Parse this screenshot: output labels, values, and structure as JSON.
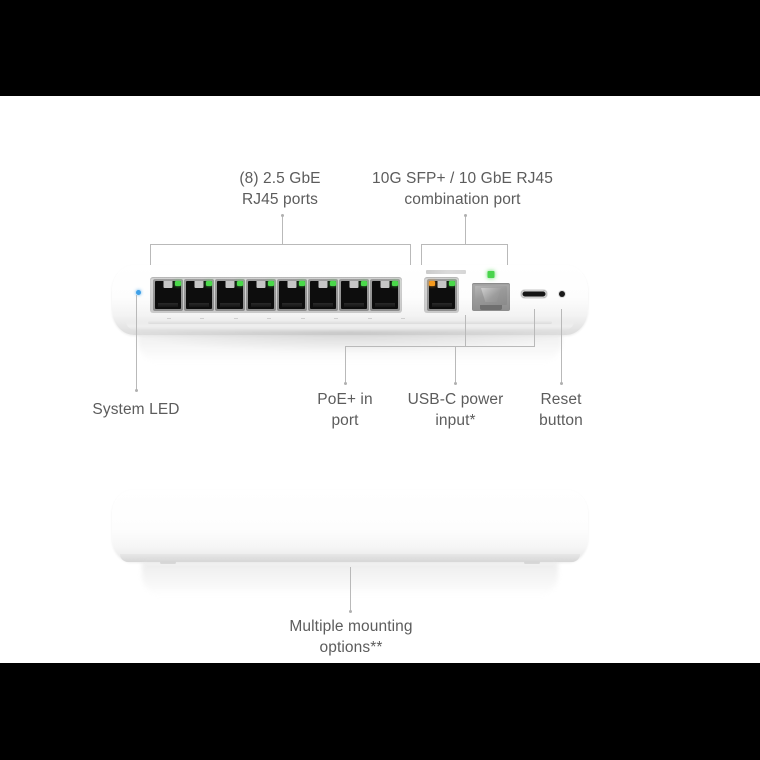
{
  "figure": {
    "title": "Network switch product callout diagram",
    "background": "#ffffff",
    "letterbox_color": "#000000",
    "text_color": "#5c5c5c",
    "leader_line_color": "#b9b9b9"
  },
  "callouts": {
    "ports_25gbe": "(8) 2.5 GbE\nRJ45 ports",
    "combo_port": "10G SFP+ / 10 GbE RJ45\ncombination port",
    "system_led": "System LED",
    "poe_in": "PoE+ in\nport",
    "usbc_power": "USB-C power\ninput*",
    "reset_button": "Reset\nbutton",
    "mounting": "Multiple mounting\noptions**"
  },
  "device_front": {
    "name": "front-panel-view",
    "led": {
      "name": "system-led",
      "color": "#3ea0e8"
    },
    "rj45_ports": [
      {
        "index": 1,
        "led_right": "#4ad94a"
      },
      {
        "index": 2,
        "led_right": "#4ad94a"
      },
      {
        "index": 3,
        "led_right": "#4ad94a"
      },
      {
        "index": 4,
        "led_right": "#4ad94a"
      },
      {
        "index": 5,
        "led_right": "#4ad94a"
      },
      {
        "index": 6,
        "led_right": "#4ad94a"
      },
      {
        "index": 7,
        "led_right": "#4ad94a"
      },
      {
        "index": 8,
        "led_right": "#4ad94a"
      }
    ],
    "poe_port": {
      "name": "poe-in-port",
      "led_left": "#f59a1e",
      "led_right": "#4ad94a"
    },
    "sfp_port": {
      "name": "sfp-plus-cage",
      "led": "#49d44c"
    },
    "usbc_port": {
      "name": "usb-c-power-port"
    },
    "reset_pinhole": {
      "name": "reset-button"
    }
  },
  "device_back": {
    "name": "rear-bottom-view"
  }
}
